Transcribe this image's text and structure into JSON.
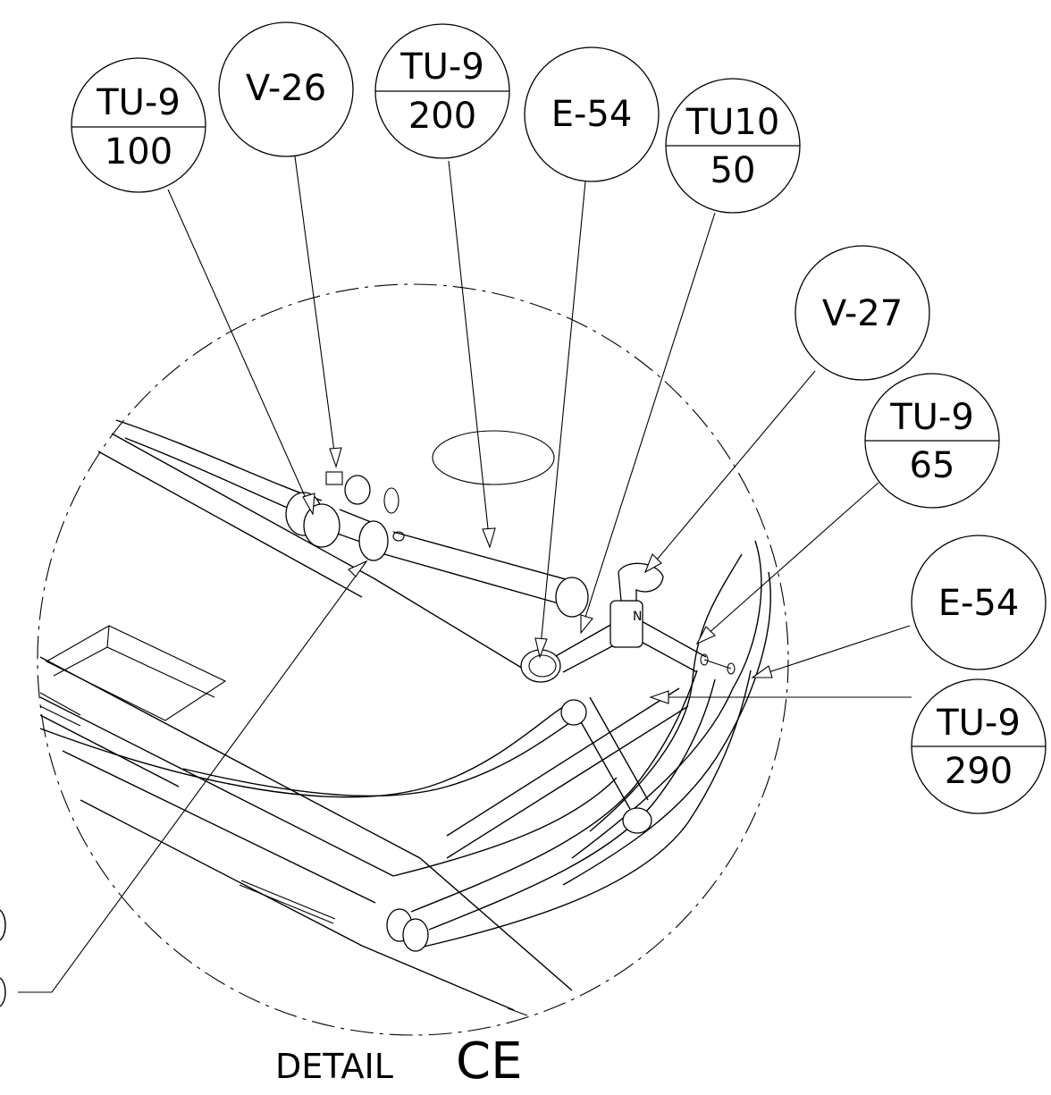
{
  "detail": {
    "label_small": "DETAIL",
    "label_big": "CE"
  },
  "callouts": [
    {
      "id": "tu9-100",
      "top": "TU-9",
      "bottom": "100"
    },
    {
      "id": "v26",
      "top": "V-26",
      "bottom": ""
    },
    {
      "id": "tu9-200",
      "top": "TU-9",
      "bottom": "200"
    },
    {
      "id": "e54-top",
      "top": "E-54",
      "bottom": ""
    },
    {
      "id": "tu10-50",
      "top": "TU10",
      "bottom": "50"
    },
    {
      "id": "v27",
      "top": "V-27",
      "bottom": ""
    },
    {
      "id": "tu9-65",
      "top": "TU-9",
      "bottom": "65"
    },
    {
      "id": "e54-right",
      "top": "E-54",
      "bottom": ""
    },
    {
      "id": "tu9-290",
      "top": "TU-9",
      "bottom": "290"
    }
  ],
  "colors": {
    "line": "#000000",
    "background": "#ffffff"
  }
}
